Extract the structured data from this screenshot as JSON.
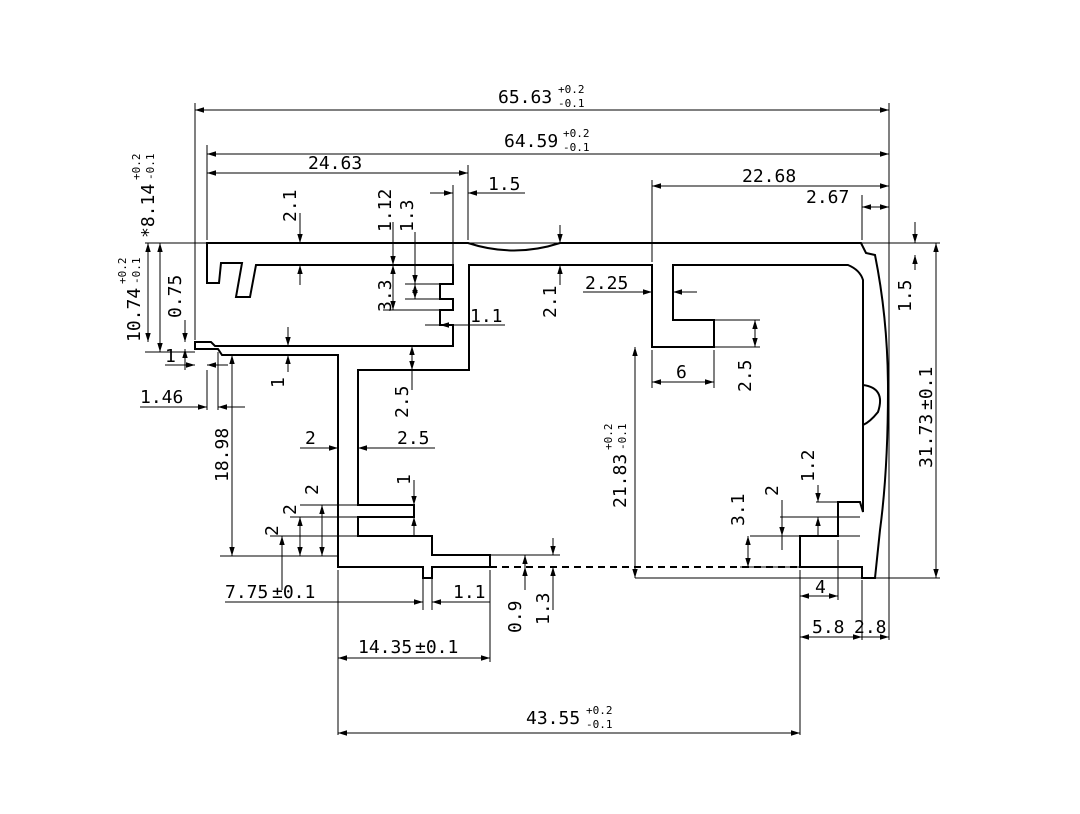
{
  "dimensions": [
    {
      "id": "overall_width",
      "value": "65.63",
      "tol_upper": "+0.2",
      "tol_lower": "-0.1"
    },
    {
      "id": "inner_width",
      "value": "64.59",
      "tol_upper": "+0.2",
      "tol_lower": "-0.1"
    },
    {
      "id": "left_top_length",
      "value": "24.63"
    },
    {
      "id": "right_top_length",
      "value": "22.68"
    },
    {
      "id": "right_corner_offset",
      "value": "2.67"
    },
    {
      "id": "slot_gap",
      "value": "1.5"
    },
    {
      "id": "top_wall",
      "value": "2.1"
    },
    {
      "id": "slot_top",
      "value": "1.12"
    },
    {
      "id": "slot_depth",
      "value": "1.3"
    },
    {
      "id": "slot_height",
      "value": "3.3"
    },
    {
      "id": "slot_tab",
      "value": "1.1"
    },
    {
      "id": "right_wall_small",
      "value": "1.5"
    },
    {
      "id": "mid_wall",
      "value": "2.1"
    },
    {
      "id": "inner_tab_gap",
      "value": "2.25"
    },
    {
      "id": "inner_tab_width",
      "value": "6"
    },
    {
      "id": "inner_tab_height",
      "value": "2.5"
    },
    {
      "id": "step_075",
      "value": "0.75"
    },
    {
      "id": "step_1a",
      "value": "1"
    },
    {
      "id": "step_1b",
      "value": "1"
    },
    {
      "id": "step_146",
      "value": "1.46"
    },
    {
      "id": "left_height",
      "value": "10.74",
      "tol_upper": "+0.2",
      "tol_lower": "-0.1"
    },
    {
      "id": "ref_height",
      "value": "*8.14",
      "tol_upper": "+0.2",
      "tol_lower": "-0.1"
    },
    {
      "id": "neck_wall",
      "value": "2.5"
    },
    {
      "id": "stem_width",
      "value": "2"
    },
    {
      "id": "stem_gap",
      "value": "2.5"
    },
    {
      "id": "stem_height",
      "value": "18.98"
    },
    {
      "id": "foot_1",
      "value": "1"
    },
    {
      "id": "foot_2a",
      "value": "2"
    },
    {
      "id": "foot_2b",
      "value": "2"
    },
    {
      "id": "foot_2c",
      "value": "2"
    },
    {
      "id": "foot_offset",
      "value": "7.75",
      "tol": "±0.1"
    },
    {
      "id": "foot_tab",
      "value": "1.1"
    },
    {
      "id": "foot_09",
      "value": "0.9"
    },
    {
      "id": "foot_13",
      "value": "1.3"
    },
    {
      "id": "foot_width",
      "value": "14.35",
      "tol": "±0.1"
    },
    {
      "id": "center_height",
      "value": "21.83",
      "tol_upper": "+0.2",
      "tol_lower": "-0.1"
    },
    {
      "id": "total_height",
      "value": "31.73",
      "tol": "±0.1"
    },
    {
      "id": "right_foot_31",
      "value": "3.1"
    },
    {
      "id": "right_foot_2",
      "value": "2"
    },
    {
      "id": "right_foot_12",
      "value": "1.2"
    },
    {
      "id": "right_foot_4",
      "value": "4"
    },
    {
      "id": "right_foot_58",
      "value": "5.8"
    },
    {
      "id": "right_foot_28",
      "value": "2.8"
    },
    {
      "id": "bottom_span",
      "value": "43.55",
      "tol_upper": "+0.2",
      "tol_lower": "-0.1"
    }
  ]
}
